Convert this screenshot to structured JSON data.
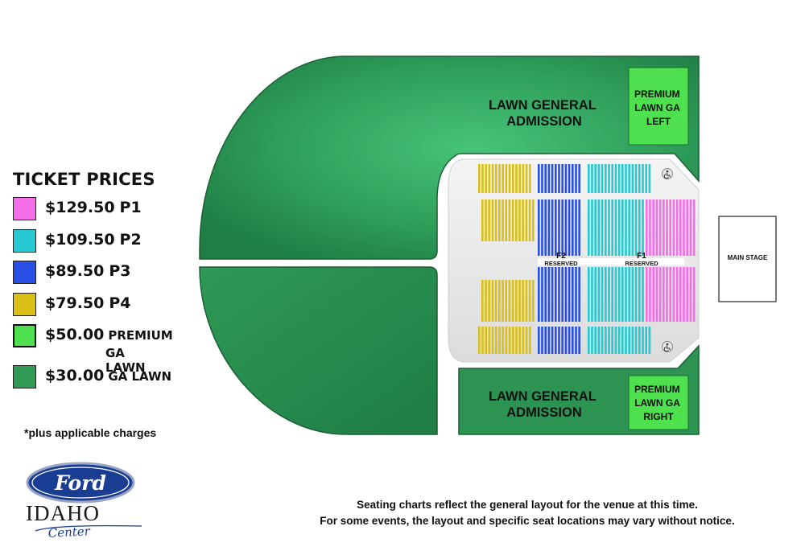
{
  "legend": {
    "title": "TICKET PRICES",
    "items": [
      {
        "price": "$129.50",
        "code": "P1",
        "color": "#f46ee8"
      },
      {
        "price": "$109.50",
        "code": "P2",
        "color": "#26c9d1"
      },
      {
        "price": "$89.50",
        "code": "P3",
        "color": "#2a4fe6"
      },
      {
        "price": "$79.50",
        "code": "P4",
        "color": "#d9bf16"
      },
      {
        "price": "$50.00",
        "code": "PREMIUM",
        "code2": "GA LAWN",
        "color": "#4fe04f"
      },
      {
        "price": "$30.00",
        "code": "GA LAWN",
        "color": "#2f9a55"
      }
    ],
    "note": "*plus applicable charges"
  },
  "map": {
    "lawn_ga": [
      "LAWN GENERAL",
      "ADMISSION"
    ],
    "premium_left": [
      "PREMIUM",
      "LAWN GA",
      "LEFT"
    ],
    "premium_right": [
      "PREMIUM",
      "LAWN GA",
      "RIGHT"
    ],
    "f2": {
      "label": "F2",
      "sub": "RESERVED"
    },
    "f1": {
      "label": "F1",
      "sub": "RESERVED"
    },
    "stage": "MAIN STAGE",
    "accessible_icon": "wheelchair-icon"
  },
  "logo": {
    "brand": "Ford",
    "venue": "IDAHO",
    "script": "Center"
  },
  "notice": [
    "Seating charts reflect the general layout for the venue at this time.",
    "For some events, the layout and specific seat locations may vary without notice."
  ]
}
